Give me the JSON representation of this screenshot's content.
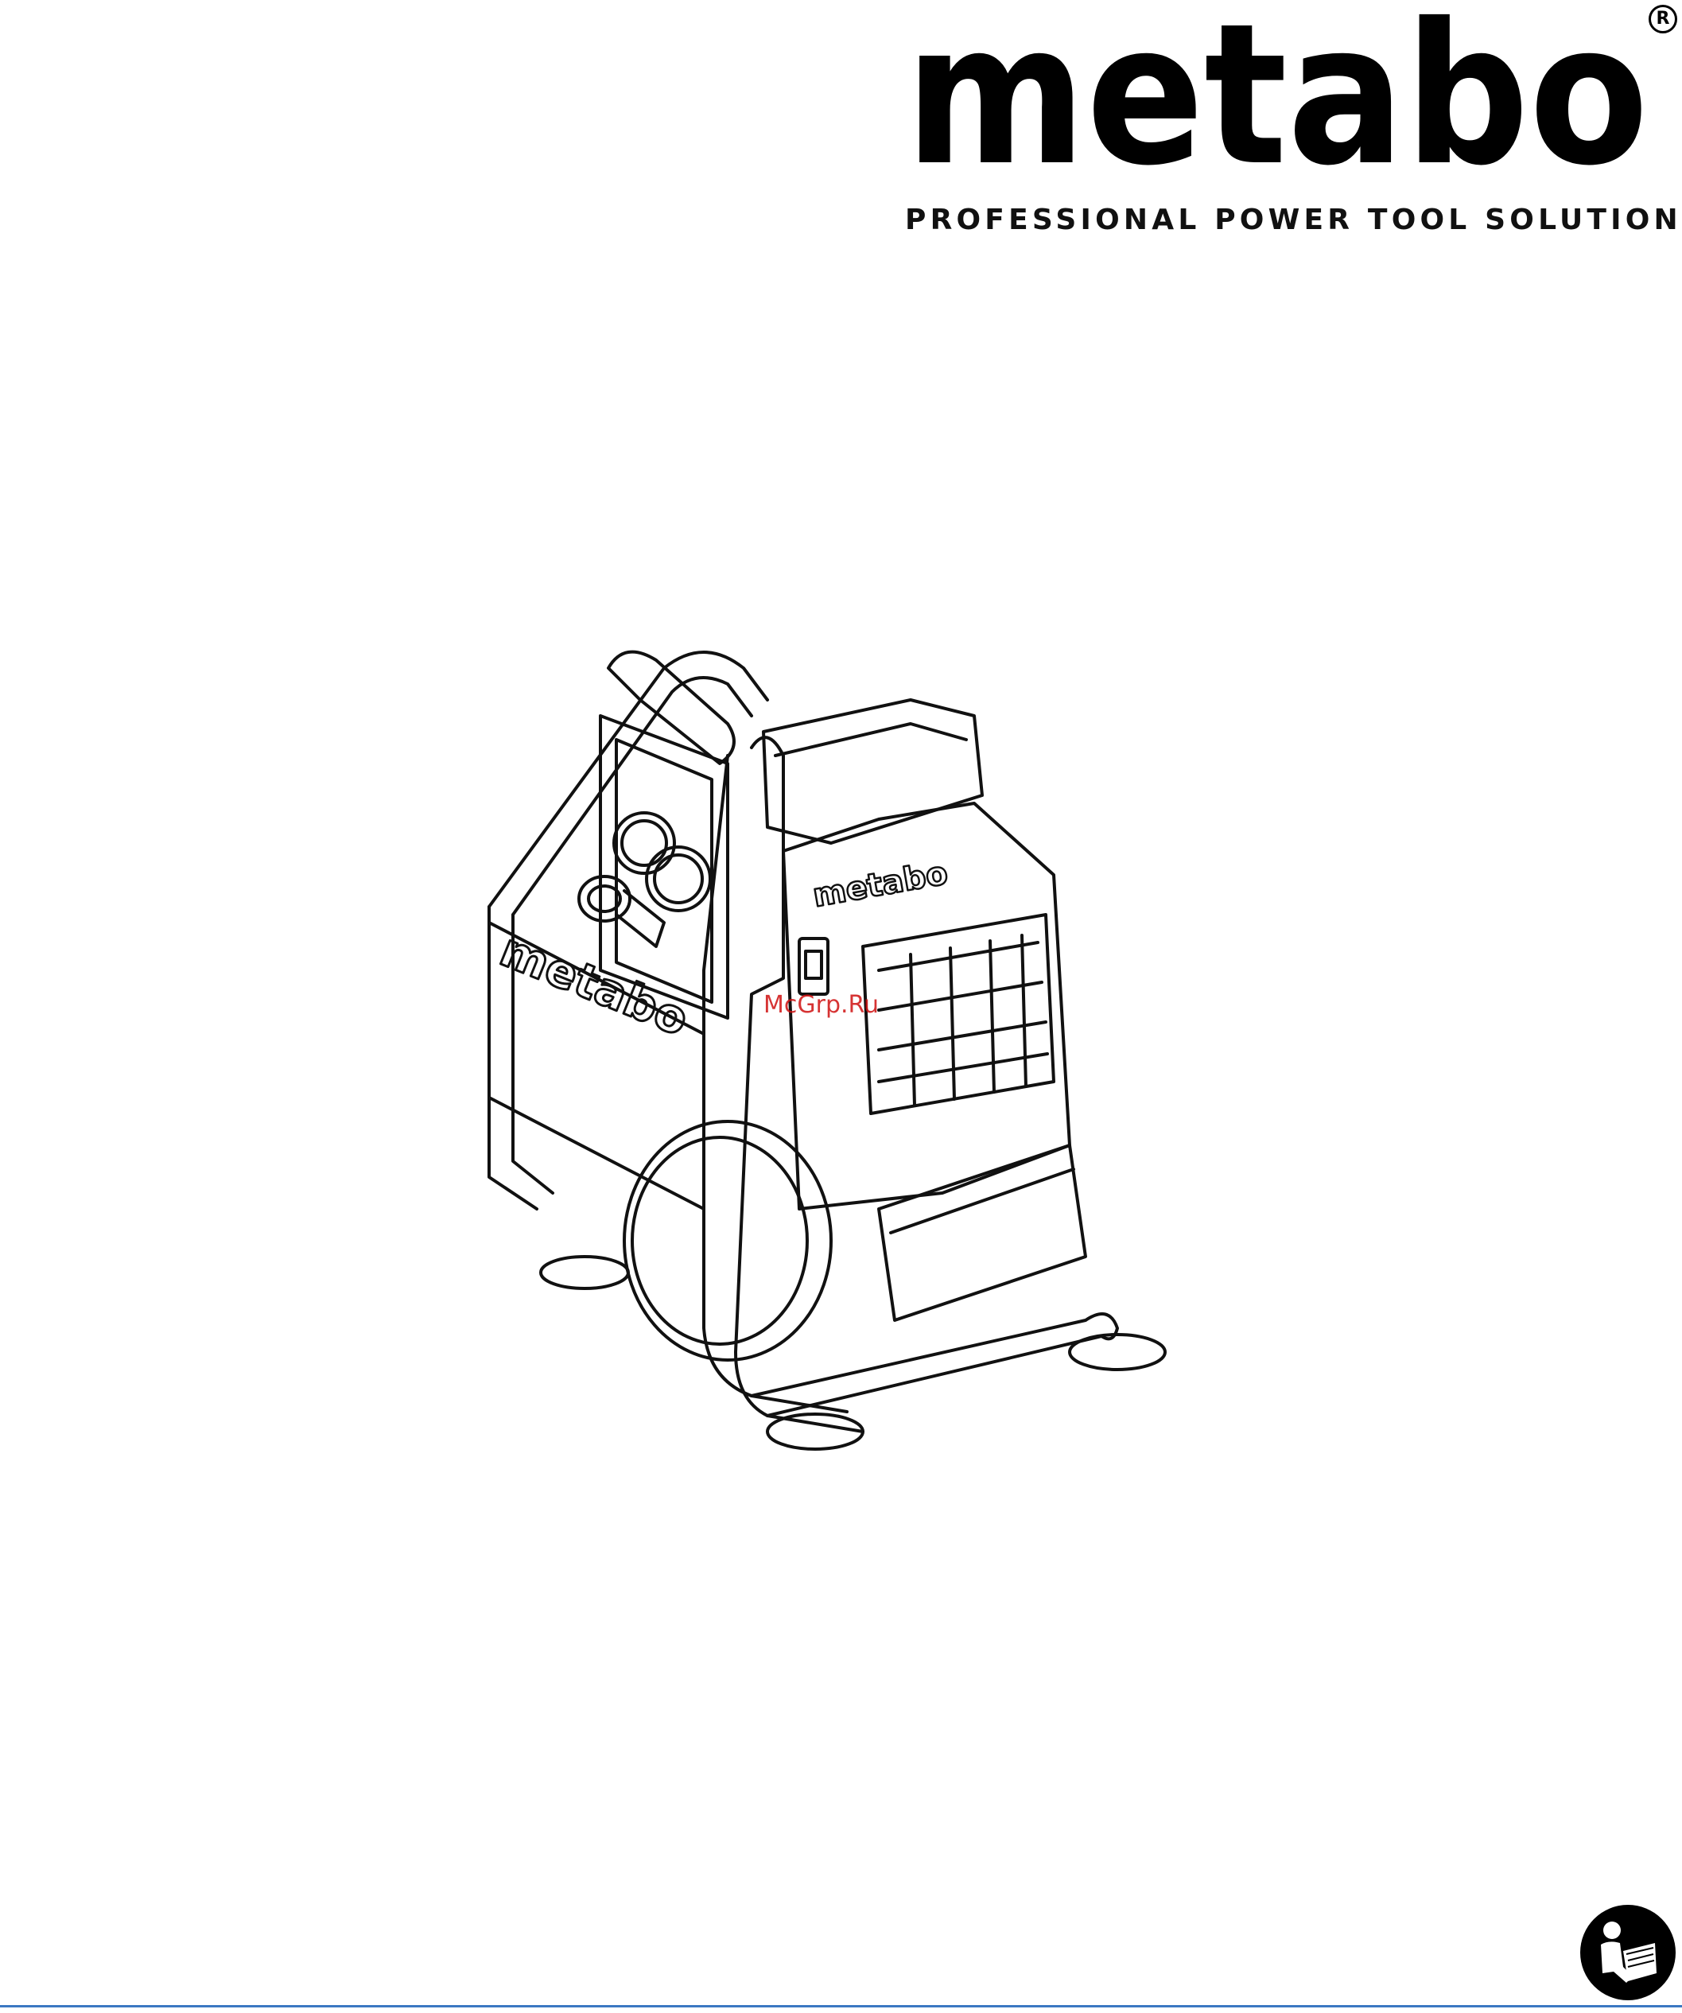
{
  "header": {
    "logo_text": "metabo",
    "registered_mark": "R",
    "tagline": "PROFESSIONAL POWER TOOL SOLUTIONS"
  },
  "illustration": {
    "subject": "compressor-line-drawing",
    "embedded_logos": [
      "metabo",
      "metabo"
    ]
  },
  "watermark": {
    "text": "McGrp.Ru"
  },
  "footer": {
    "icon": "read-manual-icon",
    "rule_color": "#3b78c2"
  },
  "colors": {
    "ink": "#000000",
    "watermark": "#d01010",
    "accent": "#3b78c2"
  }
}
